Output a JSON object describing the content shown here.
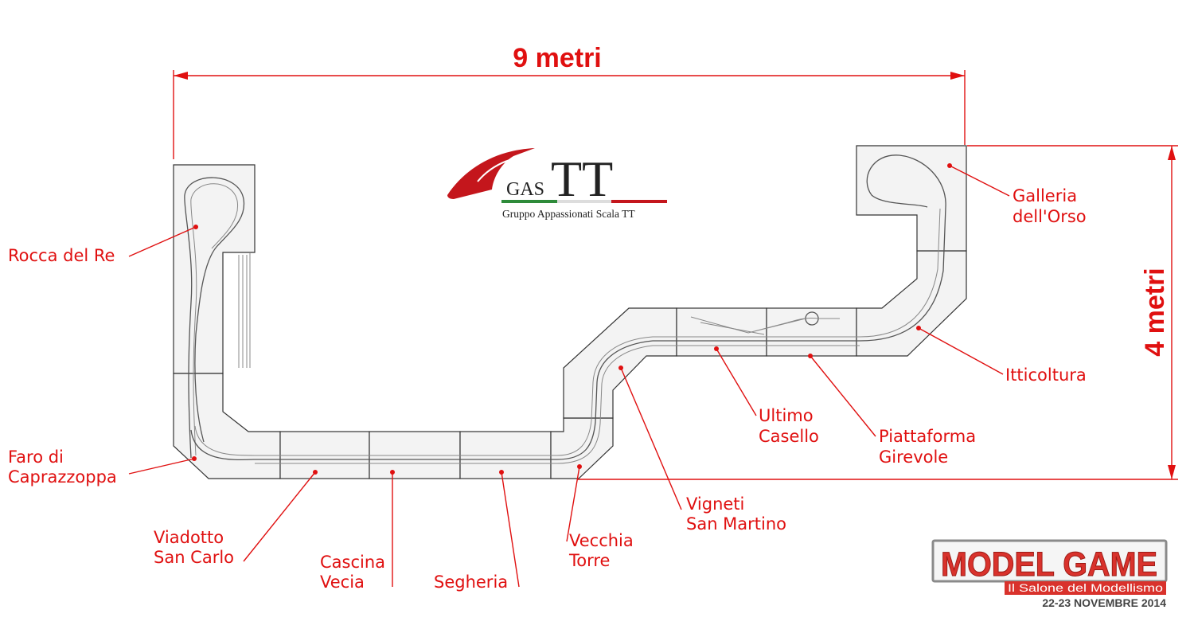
{
  "dimensions": {
    "width": "9 metri",
    "height": "4 metri"
  },
  "gastt_logo": {
    "gas": "GAS",
    "tt": "TT",
    "tagline": "Gruppo Appassionati Scala TT",
    "colors": {
      "red": "#c4161c",
      "green": "#2e8b3a",
      "gray": "#222222"
    }
  },
  "modelgame_logo": {
    "title": "MODEL GAME",
    "subtitle": "Il Salone del Modellismo",
    "dates": "22-23 NOVEMBRE 2014",
    "colors": {
      "primary": "#d9322c",
      "border": "#8a8a8a",
      "dates": "#444444"
    }
  },
  "labels": [
    {
      "id": "rocca",
      "lines": [
        "Rocca del Re"
      ]
    },
    {
      "id": "faro",
      "lines": [
        "Faro di",
        "Caprazzoppa"
      ]
    },
    {
      "id": "viadotto",
      "lines": [
        "Viadotto",
        "San Carlo"
      ]
    },
    {
      "id": "cascina",
      "lines": [
        "Cascina",
        "Vecia"
      ]
    },
    {
      "id": "segheria",
      "lines": [
        "Segheria"
      ]
    },
    {
      "id": "vecchia",
      "lines": [
        "Vecchia",
        "Torre"
      ]
    },
    {
      "id": "vigneti",
      "lines": [
        "Vigneti",
        "San Martino"
      ]
    },
    {
      "id": "ultimo",
      "lines": [
        "Ultimo",
        "Casello"
      ]
    },
    {
      "id": "piattaforma",
      "lines": [
        "Piattaforma",
        "Girevole"
      ]
    },
    {
      "id": "itticoltura",
      "lines": [
        "Itticoltura"
      ]
    },
    {
      "id": "galleria",
      "lines": [
        "Galleria",
        "dell'Orso"
      ]
    }
  ],
  "accent_color": "#e01010"
}
